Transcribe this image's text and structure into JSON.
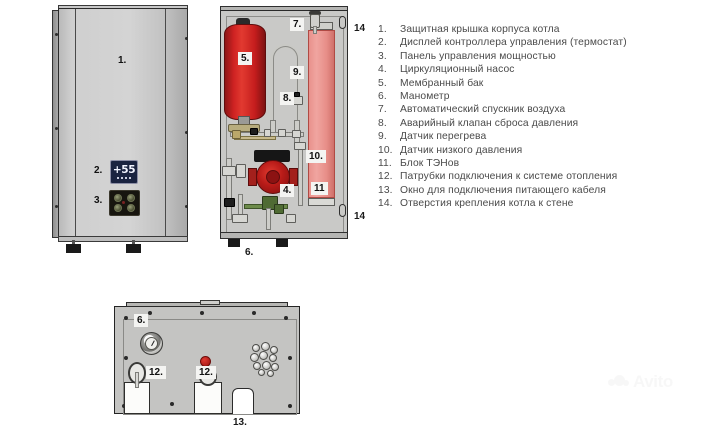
{
  "legend": {
    "items": [
      {
        "num": "1.",
        "text": "Защитная крышка корпуса котла"
      },
      {
        "num": "2.",
        "text": "Дисплей контроллера управления (термостат)"
      },
      {
        "num": "3.",
        "text": "Панель управления мощностью"
      },
      {
        "num": "4.",
        "text": "Циркуляционный насос"
      },
      {
        "num": "5.",
        "text": "Мембранный бак"
      },
      {
        "num": "6.",
        "text": "Манометр"
      },
      {
        "num": "7.",
        "text": "Автоматический спускник воздуха"
      },
      {
        "num": "8.",
        "text": "Аварийный клапан сброса давления"
      },
      {
        "num": "9.",
        "text": "Датчик перегрева"
      },
      {
        "num": "10.",
        "text": "Датчик низкого давления"
      },
      {
        "num": "11.",
        "text": "Блок ТЭНов"
      },
      {
        "num": "12.",
        "text": "Патрубки подключения к системе отопления"
      },
      {
        "num": "13.",
        "text": "Окно для подключения питающего кабеля"
      },
      {
        "num": "14.",
        "text": "Отверстия крепления котла к стене"
      }
    ]
  },
  "front_view": {
    "callout_cover": "1.",
    "callout_display": "2.",
    "callout_keypad": "3.",
    "display_value": "+55"
  },
  "internal_view": {
    "callout_air_vent": "7.",
    "callout_mount_top": "14",
    "callout_tank": "5.",
    "callout_overheat_sensor": "9.",
    "callout_relief_valve": "8.",
    "callout_low_pressure_sensor": "10.",
    "callout_heater_block": "11",
    "callout_pump": "4.",
    "callout_manometer": "6.",
    "callout_mount_bottom": "14"
  },
  "bottom_view": {
    "callout_manometer": "6.",
    "callout_port_left": "12.",
    "callout_port_right": "12.",
    "callout_cable_window": "13."
  },
  "watermark": {
    "text": "Avito"
  },
  "colors": {
    "tank_red": "#cf2222",
    "heater_pink": "#ef9e99",
    "pump_red": "#b81b18",
    "display_navy": "#1a2340",
    "case_gray": "#c9c9c7",
    "text_gray": "#4a4a4a"
  }
}
